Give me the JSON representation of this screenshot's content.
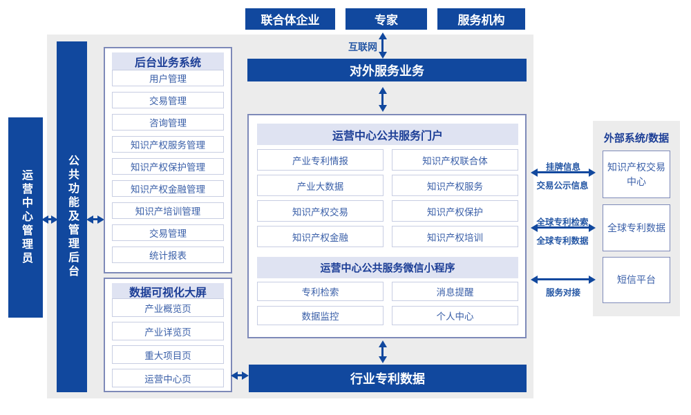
{
  "colors": {
    "primary_blue": "#11489e",
    "header_text": "#1c3e96",
    "item_text": "#3a5fa8",
    "panel_header_bg": "#dfe3f2",
    "panel_border": "#7d89b8",
    "canvas_bg": "#ececec"
  },
  "top_actors": [
    "联合体企业",
    "专家",
    "服务机构"
  ],
  "internet_label": "互联网",
  "external_service_bar": "对外服务业务",
  "admin_sidebar": "运营中心管理员",
  "backend_sidebar": "公共功能及管理后台",
  "backend_panel": {
    "title": "后台业务系统",
    "items": [
      "用户管理",
      "交易管理",
      "咨询管理",
      "知识产权服务管理",
      "知识产权保护管理",
      "知识产权金融管理",
      "知识产培训管理",
      "交易管理",
      "统计报表"
    ]
  },
  "dashboard_panel": {
    "title": "数据可视化大屏",
    "items": [
      "产业概览页",
      "产业详览页",
      "重大项目页",
      "运营中心页"
    ]
  },
  "portal": {
    "title": "运营中心公共服务门户",
    "items": [
      "产业专利情报",
      "知识产权联合体",
      "产业大数据",
      "知识产权服务",
      "知识产权交易",
      "知识产权保护",
      "知识产权金融",
      "知识产权培训"
    ]
  },
  "miniprogram": {
    "title": "运营中心公共服务微信小程序",
    "items": [
      "专利检索",
      "消息提醒",
      "数据监控",
      "个人中心"
    ]
  },
  "industry_data_bar": "行业专利数据",
  "external_panel": {
    "title": "外部系统/数据",
    "systems": [
      "知识产权交易中心",
      "全球专利数据",
      "短信平台"
    ]
  },
  "link_labels": {
    "listing_top": "挂牌信息",
    "listing_bottom": "交易公示信息",
    "patent_top": "全球专利检索",
    "patent_bottom": "全球专利数据",
    "service_bottom": "服务对接"
  }
}
